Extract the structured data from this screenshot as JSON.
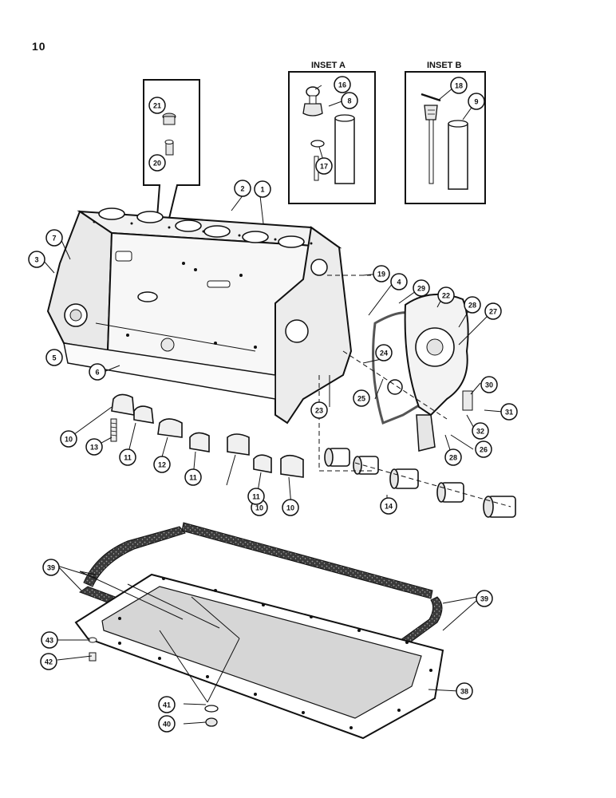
{
  "page": {
    "number": "10"
  },
  "insets": {
    "a_title": "INSET A",
    "b_title": "INSET B"
  },
  "callouts": [
    "1",
    "2",
    "3",
    "4",
    "5",
    "6",
    "7",
    "8",
    "9",
    "10",
    "10",
    "10",
    "11",
    "11",
    "11",
    "12",
    "13",
    "14",
    "16",
    "17",
    "18",
    "19",
    "20",
    "21",
    "22",
    "23",
    "24",
    "25",
    "26",
    "27",
    "28",
    "28",
    "29",
    "30",
    "31",
    "32",
    "38",
    "39",
    "39",
    "40",
    "41",
    "42",
    "43"
  ],
  "colors": {
    "ink": "#111111",
    "gasket": "#5a5a5a",
    "shade": "#d0d0d0"
  }
}
